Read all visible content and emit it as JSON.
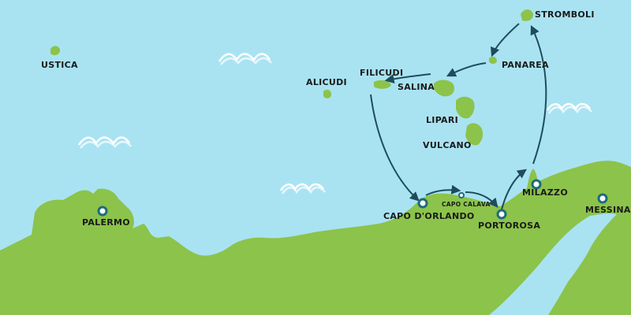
{
  "map": {
    "colors": {
      "sea": "#a9e3f2",
      "land": "#8cc34a",
      "route": "#1f4c5c",
      "wave": "#ffffff",
      "marker_ring": "#1f6b7a",
      "marker_fill": "#ffffff"
    },
    "labels": {
      "ustica": "USTICA",
      "alicudi": "ALICUDI",
      "filicudi": "FILICUDI",
      "salina": "SALINA",
      "panarea": "PANAREA",
      "stromboli": "STROMBOLI",
      "lipari": "LIPARI",
      "vulcano": "VULCANO",
      "palermo": "PALERMO",
      "capo_dorlando": "CAPO D'ORLANDO",
      "capo_calava": "CAPO CALAVA",
      "portorosa": "PORTOROSA",
      "milazzo": "MILAZZO",
      "messina": "MESSINA"
    },
    "icons": {
      "port_marker": "port-marker-icon",
      "wave": "wave-icon",
      "route_arrow": "arrow-icon"
    }
  }
}
